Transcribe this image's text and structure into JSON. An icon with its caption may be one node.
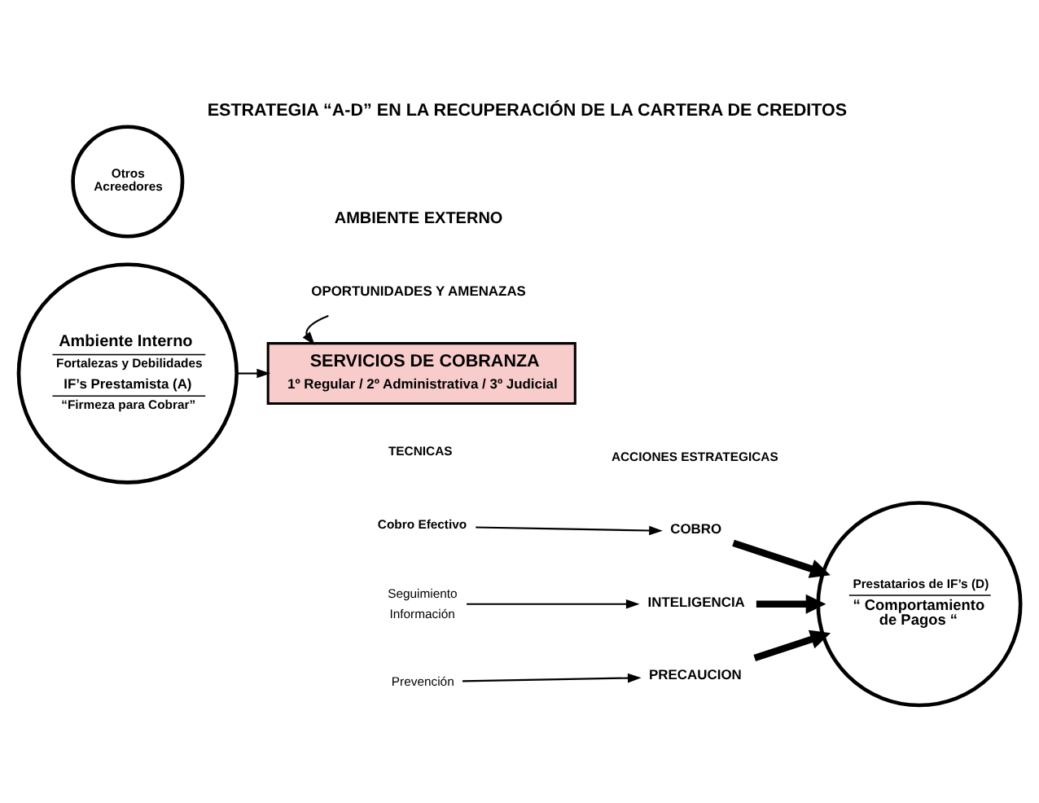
{
  "diagram": {
    "title": "ESTRATEGIA “A-D” EN LA RECUPERACIÓN DE LA CARTERA DE CREDITOS",
    "nodes": [
      {
        "text": [
          "OPORTUNIDADES Y AMENAZAS"
        ]
      },
      {
        "text": [
          "Otros Acreedores"
        ]
      },
      {
        "text": [
          "SERVICIOS DE COBRANZA",
          "1º Regular / 2º Administrativa / 3º Judicial"
        ]
      },
      {
        "text": [
          "Ambiente Interno",
          "Fortalezas y Debilidades",
          "IF’s Prestamista (A)",
          "“Firmeza para Cobrar”"
        ]
      },
      {
        "text": [
          "Cobro Efectivo"
        ]
      },
      {
        "text": [
          "COBRO"
        ]
      },
      {
        "text": [
          "Prestatarios de IF’s (D)",
          "“ Comportamiento de Pagos “"
        ]
      },
      {
        "text": [
          "Seguimiento",
          "Información"
        ]
      },
      {
        "text": [
          "INTELIGENCIA"
        ]
      },
      {
        "text": [
          "Prevención"
        ]
      },
      {
        "text": [
          "PRECAUCION"
        ]
      }
    ],
    "edges": [
      {
        "from": 0,
        "to": 2,
        "arrow": "to"
      },
      {
        "from": 3,
        "to": 2,
        "arrow": "to"
      },
      {
        "from": 4,
        "to": 5,
        "arrow": "to"
      },
      {
        "from": 5,
        "to": 6,
        "arrow": "to",
        "style": "thick"
      },
      {
        "from": 7,
        "to": 8,
        "arrow": "to"
      },
      {
        "from": 8,
        "to": 6,
        "arrow": "to",
        "style": "thick"
      },
      {
        "from": 9,
        "to": 10,
        "arrow": "to"
      },
      {
        "from": 10,
        "to": 6,
        "arrow": "to",
        "style": "thick"
      }
    ],
    "labels": [
      "AMBIENTE EXTERNO",
      "TECNICAS",
      "ACCIONES ESTRATEGICAS"
    ]
  }
}
